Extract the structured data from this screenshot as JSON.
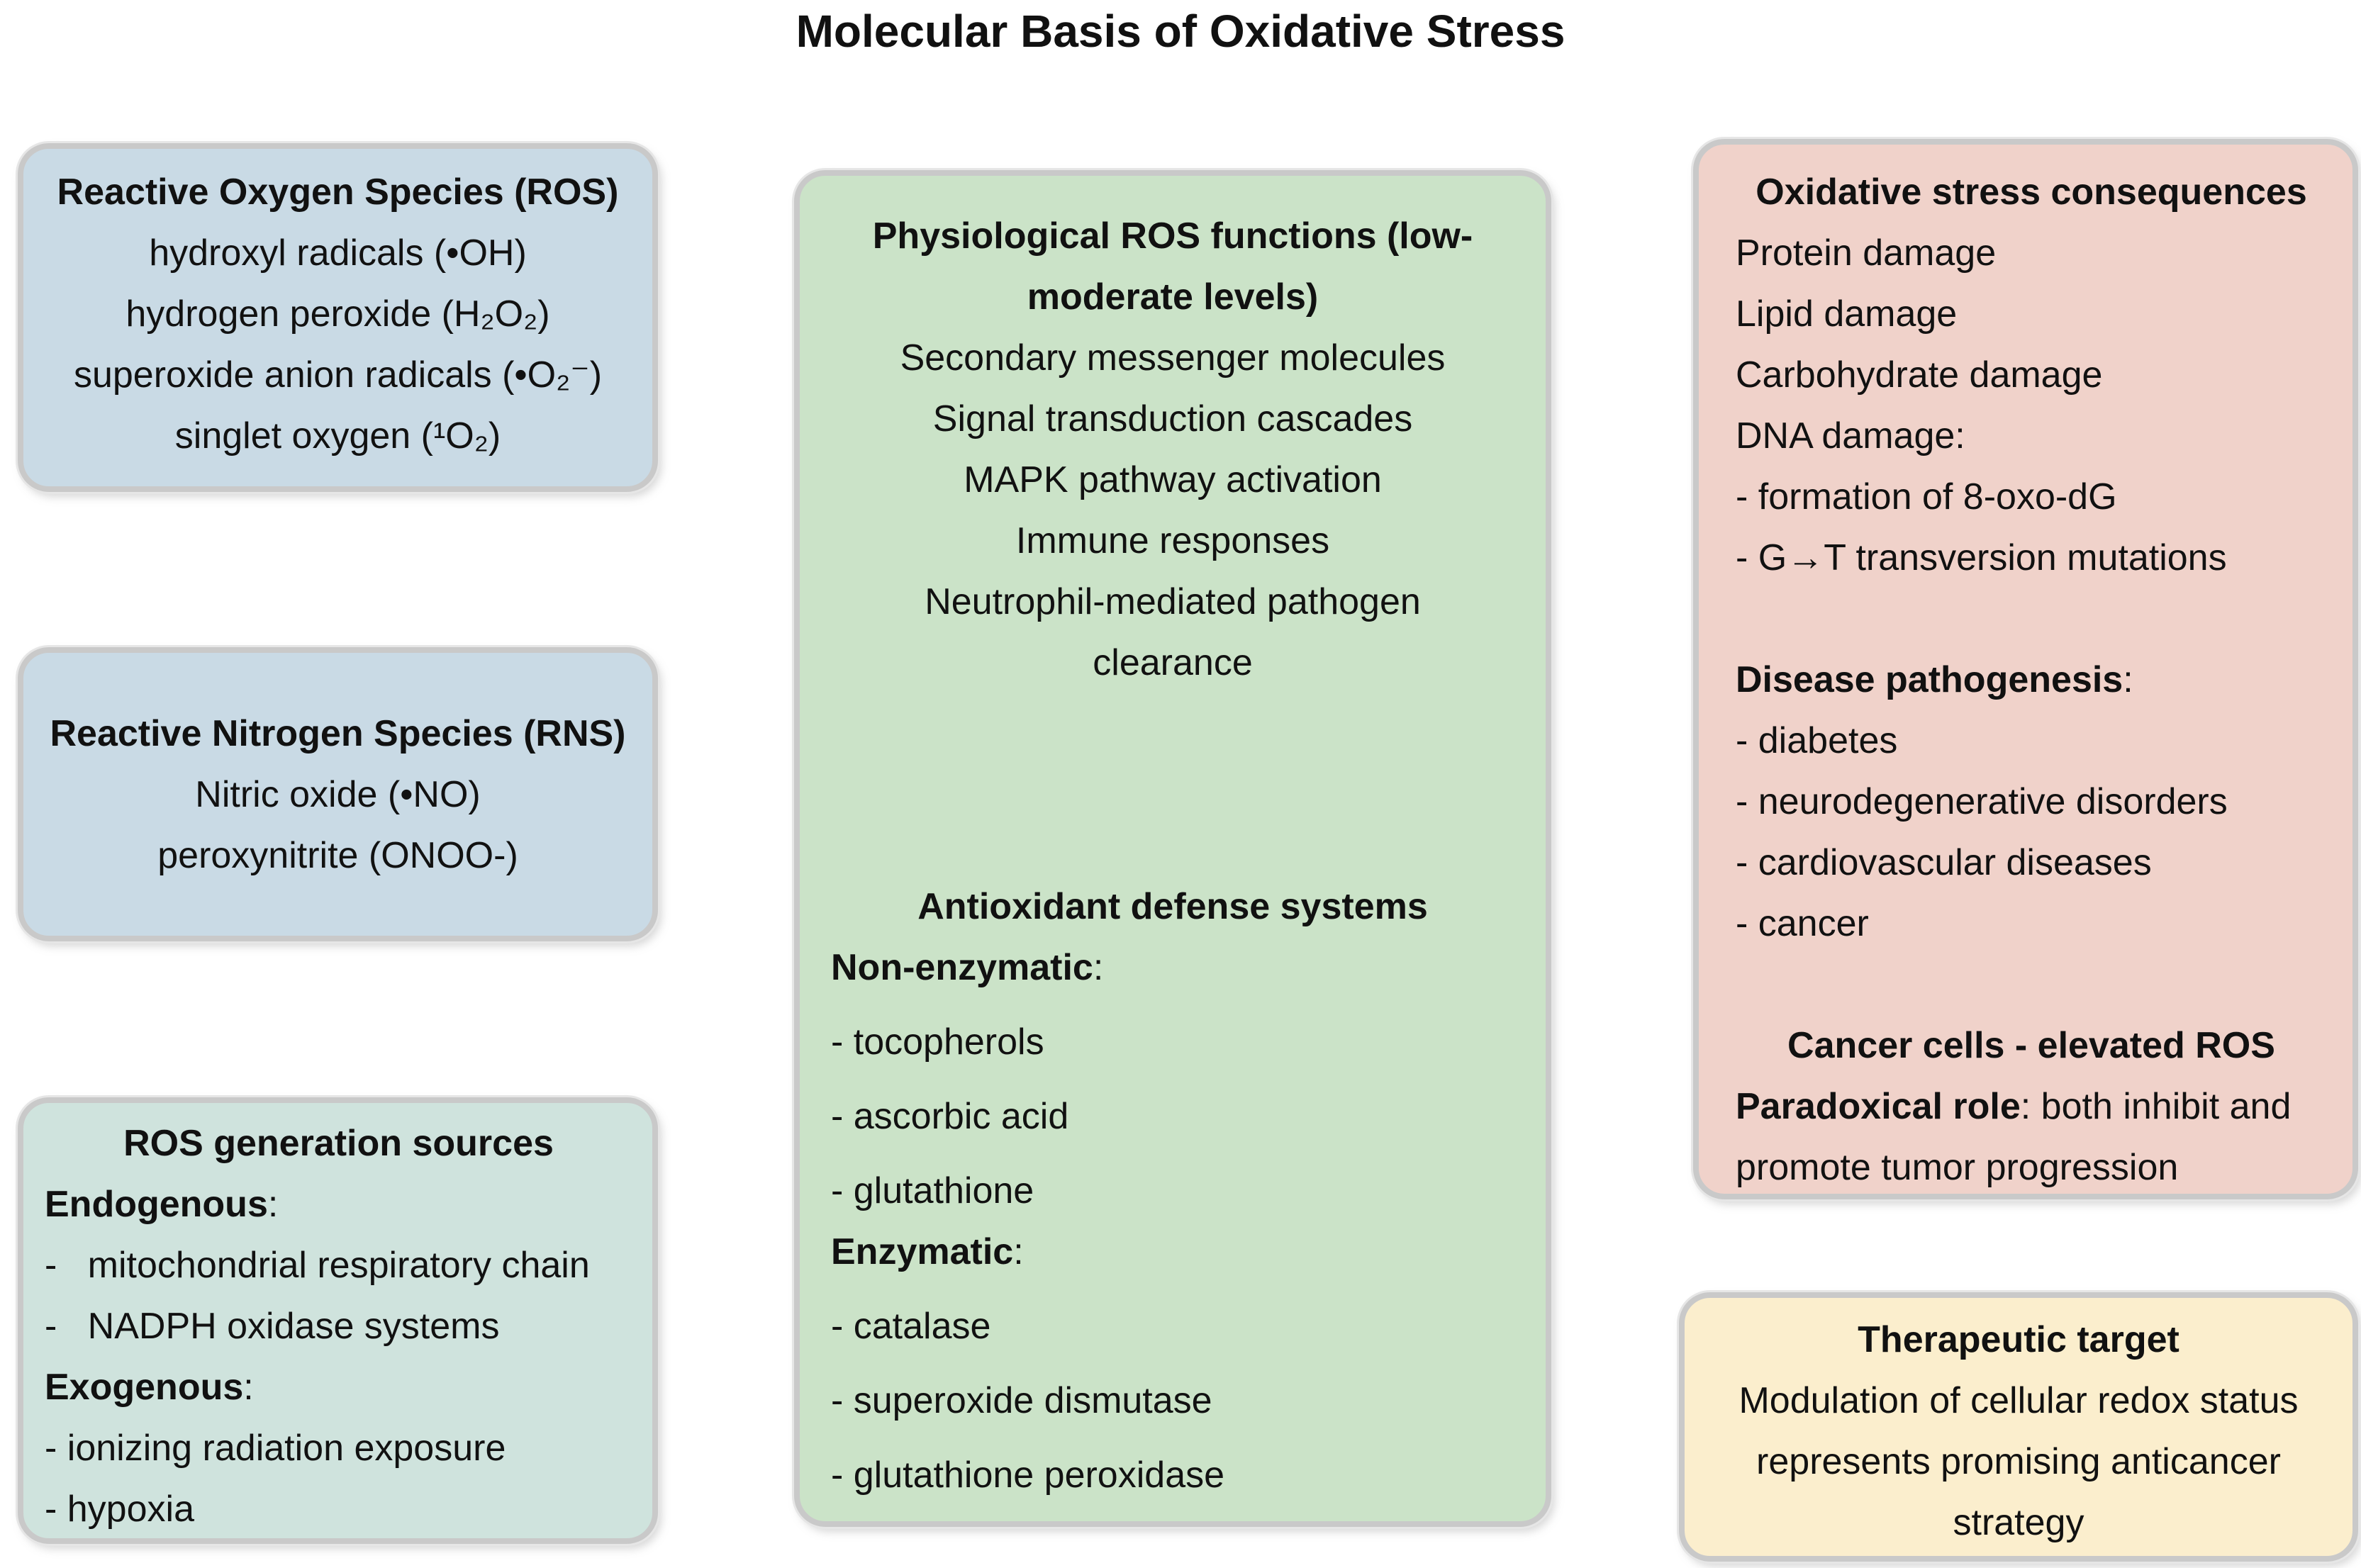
{
  "title": "Molecular Basis of Oxidative Stress",
  "colors": {
    "background": "#ffffff",
    "text": "#111111",
    "box_border": "#c9c9c9",
    "blue_box": "#c9dae5",
    "teal_box": "#cfe3dd",
    "green_box": "#cbe3c8",
    "pink_box": "#f0d2ca",
    "yellow_box": "#fbeecd"
  },
  "boxes": {
    "ros": {
      "lines": [
        {
          "cls": "h",
          "t": "Reactive Oxygen Species (ROS)"
        },
        {
          "cls": "p",
          "t": "hydroxyl radicals (•OH)"
        },
        {
          "cls": "p",
          "t": "hydrogen peroxide (H₂O₂)"
        },
        {
          "cls": "p",
          "t": "superoxide anion radicals (•O₂⁻)"
        },
        {
          "cls": "p",
          "t": "singlet oxygen (¹O₂)"
        }
      ]
    },
    "rns": {
      "lines": [
        {
          "cls": "h",
          "t": "Reactive Nitrogen Species (RNS)"
        },
        {
          "cls": "p",
          "t": "Nitric oxide (•NO)"
        },
        {
          "cls": "p",
          "t": "peroxynitrite (ONOO-)"
        }
      ]
    },
    "sources": {
      "lines": [
        {
          "cls": "h",
          "t": "ROS generation sources"
        },
        {
          "cls": "hl",
          "b": "Endogenous",
          "t": ":"
        },
        {
          "cls": "pl",
          "t": "-   mitochondrial respiratory chain"
        },
        {
          "cls": "pl",
          "t": "-   NADPH oxidase systems"
        },
        {
          "cls": "hl",
          "b": "Exogenous",
          "t": ":"
        },
        {
          "cls": "pl",
          "t": "- ionizing radiation exposure"
        },
        {
          "cls": "pl",
          "t": "- hypoxia"
        }
      ]
    },
    "functions": {
      "lines": [
        {
          "cls": "h",
          "t": "Physiological ROS functions (low-\nmoderate levels)"
        },
        {
          "cls": "p",
          "t": "Secondary messenger molecules"
        },
        {
          "cls": "p",
          "t": "Signal transduction cascades"
        },
        {
          "cls": "p",
          "t": "MAPK pathway activation"
        },
        {
          "cls": "p",
          "t": "Immune responses"
        },
        {
          "cls": "p",
          "t": "Neutrophil-mediated pathogen\nclearance"
        },
        {
          "cls": "sp3"
        },
        {
          "cls": "h",
          "t": "Antioxidant defense systems"
        },
        {
          "cls": "hl",
          "b": "Non-enzymatic",
          "t": ":"
        },
        {
          "cls": "pl gap",
          "t": "- tocopherols"
        },
        {
          "cls": "pl gap",
          "t": "- ascorbic acid"
        },
        {
          "cls": "pl gap",
          "t": "- glutathione"
        },
        {
          "cls": "hl",
          "b": "Enzymatic",
          "t": ":"
        },
        {
          "cls": "pl gap",
          "t": "- catalase"
        },
        {
          "cls": "pl gap",
          "t": "- superoxide dismutase"
        },
        {
          "cls": "pl gap",
          "t": "- glutathione peroxidase"
        }
      ]
    },
    "consequences": {
      "lines": [
        {
          "cls": "h",
          "t": "Oxidative stress consequences"
        },
        {
          "cls": "pl",
          "t": "Protein damage"
        },
        {
          "cls": "pl",
          "t": "Lipid damage"
        },
        {
          "cls": "pl",
          "t": "Carbohydrate damage"
        },
        {
          "cls": "pl",
          "t": "DNA damage:"
        },
        {
          "cls": "pl",
          "t": "- formation of 8-oxo-dG"
        },
        {
          "cls": "pl",
          "t": "- G→T transversion mutations"
        },
        {
          "cls": "sp"
        },
        {
          "cls": "hl",
          "b": "Disease pathogenesis",
          "t": ":"
        },
        {
          "cls": "pl",
          "t": "- diabetes"
        },
        {
          "cls": "pl",
          "t": "- neurodegenerative disorders"
        },
        {
          "cls": "pl",
          "t": "- cardiovascular diseases"
        },
        {
          "cls": "pl",
          "t": "- cancer"
        },
        {
          "cls": "sp"
        },
        {
          "cls": "h",
          "t": "Cancer cells - elevated ROS"
        },
        {
          "cls": "hl",
          "b": "Paradoxical role",
          "t": ": both inhibit and\npromote tumor progression"
        }
      ]
    },
    "therapeutic": {
      "lines": [
        {
          "cls": "h",
          "t": "Therapeutic target"
        },
        {
          "cls": "p",
          "t": "Modulation of cellular redox status\nrepresents promising anticancer\nstrategy"
        }
      ]
    }
  }
}
